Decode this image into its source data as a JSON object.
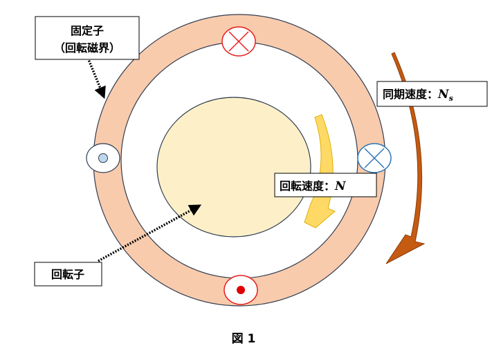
{
  "labels": {
    "stator_line1": "固定子",
    "stator_line2": "（回転磁界）",
    "sync_speed_text": "同期速度：",
    "sync_speed_symbol": "N",
    "sync_speed_subscript": "s",
    "rotor_speed_text": "回転速度：",
    "rotor_speed_symbol": "N",
    "rotor": "回転子",
    "caption": "図 1"
  },
  "colors": {
    "stator_ring": "#f8cbad",
    "rotor_fill": "#fdf0c8",
    "sync_arrow": "#c55a11",
    "rotor_arrow": "#ffd966",
    "cross_top": "#e81c1c",
    "cross_right": "#2e75b6",
    "dot_left": "#bdd7ee",
    "dot_bottom": "#e00000",
    "outline": "#2f3b4f"
  },
  "icons": {
    "current_in": "cross-circle-icon",
    "current_out": "dot-circle-icon"
  }
}
